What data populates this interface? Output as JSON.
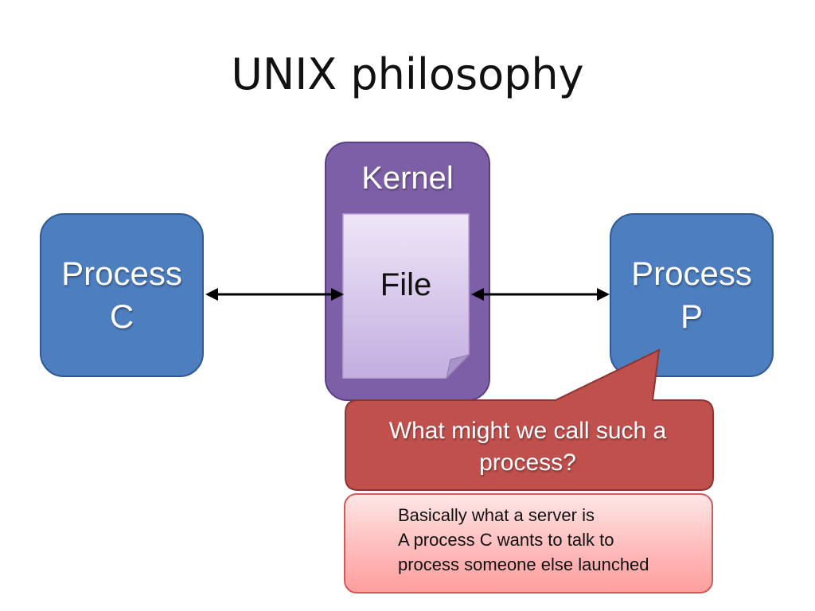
{
  "title": "UNIX philosophy",
  "process_c": "Process\nC",
  "process_p": "Process\nP",
  "kernel": "Kernel",
  "file": "File",
  "callout": "What might we call such a process?",
  "answer": {
    "line1_prefix": "Basically what a ",
    "line1_keyword": "server",
    "line1_suffix": " is",
    "line2": "A process C wants to talk to",
    "line3": "process someone else launched"
  },
  "colors": {
    "process": "#4d7ebf",
    "kernel": "#7d5fa7",
    "callout": "#c0504d",
    "answer": "#ffb8b8"
  }
}
